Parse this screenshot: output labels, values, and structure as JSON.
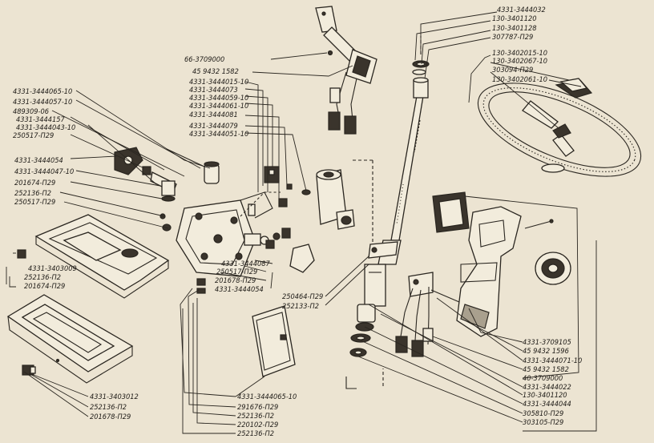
{
  "labels": {
    "l0": "4331-3444032",
    "l1": "130-3401120",
    "l2": "130-3401128",
    "l3": "307787-П29",
    "l4": "130-3402015-10",
    "l5": "130-3402067-10",
    "l6": "303094-П29",
    "l7": "130-3402061-10",
    "l8": "66-3709000",
    "l9": "45 9432 1582",
    "l10": "4331-3444015-10",
    "l11": "4331-3444073",
    "l12": "4331-3444059-10",
    "l13": "4331-3444061-10",
    "l14": "4331-3444081",
    "l15": "4331-3444079",
    "l16": "4331-3444051-10",
    "l17": "4331-3444065-10",
    "l18": "4331-3444057-10",
    "l19": "489309-06",
    "l20": "4331-3444157",
    "l21": "4331-3444043-10",
    "l22": "250517-П29",
    "l23": "4331-3444054",
    "l24": "4331-3444047-10",
    "l25": "201674-П29",
    "l26": "252136-П2",
    "l27": "250517-П29",
    "l28": "4331-3403009",
    "l29": "252136-П2",
    "l30": "201674-П29",
    "l31": "4331-3444087",
    "l32": "250517-П29",
    "l33": "201678-П29",
    "l34": "4331-3444054",
    "l35": "250464-П29",
    "l36": "252133-П2",
    "l37": "4331-3709105",
    "l38": "45 9432 1596",
    "l39": "4331-3444071-10",
    "l40": "45 9432 1582",
    "l41": "40-3709000",
    "l42": "4331-3444022",
    "l43": "130-3401120",
    "l44": "4331-3444044",
    "l45": "305810-П29",
    "l46": "303105-П29",
    "l47": "4331-3403012",
    "l48": "252136-П2",
    "l49": "201678-П29",
    "l50": "4331-3444065-10",
    "l51": "291676-П29",
    "l52": "252136-П2",
    "l53": "220102-П29",
    "l54": "252136-П2"
  }
}
